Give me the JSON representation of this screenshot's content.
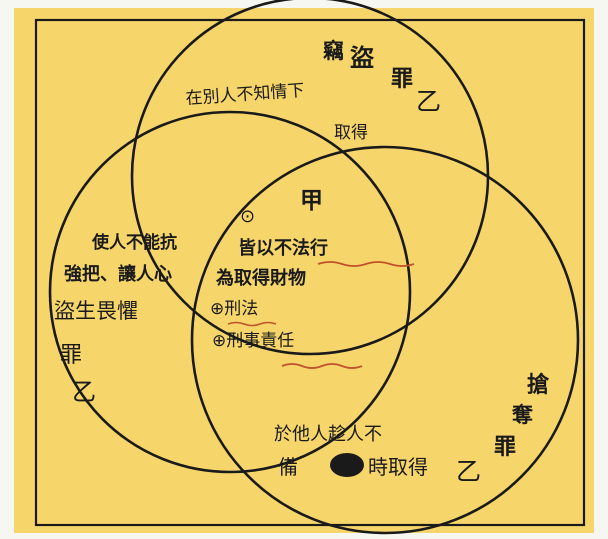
{
  "colors": {
    "paper": "#f6d66a",
    "ink": "#1a1a1a",
    "underline": "#c0532a"
  },
  "regions": {
    "theft": {
      "title_chars": [
        "竊",
        "盜",
        "罪"
      ],
      "label_yi": "乙",
      "text_line1": "在別人不知情下",
      "text_line2": "取得"
    },
    "robbery_left": {
      "text_line1": "使人不能抗",
      "text_line2": "強把、讓人心",
      "text_line3": "盜生畏懼",
      "char_zui": "罪",
      "label_yi": "乙"
    },
    "snatch": {
      "title_chars": [
        "搶",
        "奪",
        "罪"
      ],
      "text_line1": "於他人趁人不",
      "text_line2a": "備",
      "text_line2b": "時取得",
      "label_yi": "乙"
    },
    "center": {
      "label_jia": "甲",
      "item1_num": "⊙",
      "item1_line1": "皆以不法行",
      "item1_line2": "為取得財物",
      "item2": "⊕刑法",
      "item3": "⊕刑事責任"
    }
  }
}
